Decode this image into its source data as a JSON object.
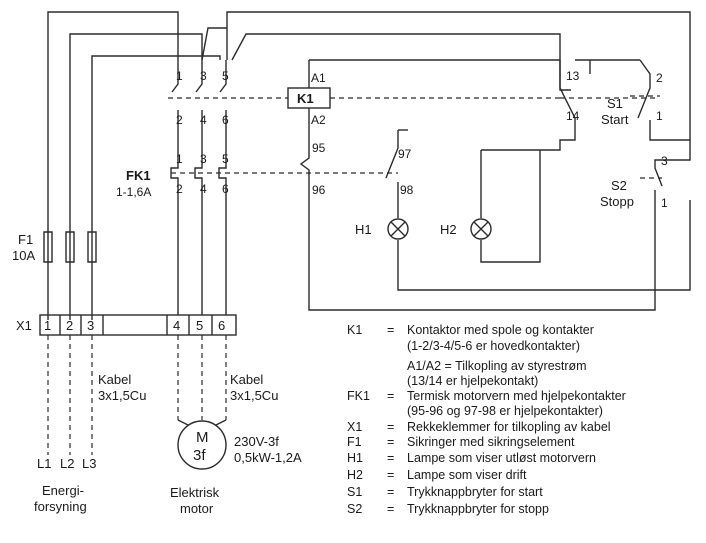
{
  "terminals": {
    "q_top": [
      "1",
      "3",
      "5"
    ],
    "q_mid": [
      "2",
      "4",
      "6"
    ],
    "fk_top": [
      "1",
      "3",
      "5"
    ],
    "fk_bot": [
      "2",
      "4",
      "6"
    ],
    "x1": [
      "1",
      "2",
      "3",
      "4",
      "5",
      "6"
    ],
    "k1_a1": "A1",
    "k1_a2": "A2",
    "fk_95": "95",
    "fk_96": "96",
    "fk_97": "97",
    "fk_98": "98",
    "s1_13": "13",
    "s1_14": "14",
    "s1_2": "2",
    "s1_1": "1",
    "s2_3": "3",
    "s2_1": "1"
  },
  "labels": {
    "k1": "K1",
    "fk1": "FK1",
    "fk1_range": "1-1,6A",
    "f1": "F1",
    "f1_rating": "10A",
    "x1": "X1",
    "s1": "S1",
    "s1_name": "Start",
    "s2": "S2",
    "s2_name": "Stopp",
    "h1": "H1",
    "h2": "H2",
    "l1": "L1",
    "l2": "L2",
    "l3": "L3",
    "cable_left_1": "Kabel",
    "cable_left_2": "3x1,5Cu",
    "cable_right_1": "Kabel",
    "cable_right_2": "3x1,5Cu",
    "motor_m": "M",
    "motor_3f": "3f",
    "motor_spec_1": "230V-3f",
    "motor_spec_2": "0,5kW-1,2A",
    "energy_1": "Energi-",
    "energy_2": "forsyning",
    "motor_1": "Elektrisk",
    "motor_2": "motor"
  },
  "legend": [
    {
      "code": "K1",
      "eq": "=",
      "lines": [
        "Kontaktor med spole og kontakter",
        "(1-2/3-4/5-6 er hovedkontakter)",
        "A1/A2 = Tilkopling av styrestrøm",
        "(13/14 er hjelpekontakt)"
      ]
    },
    {
      "code": "FK1",
      "eq": "=",
      "lines": [
        "Termisk motorvern med hjelpekontakter",
        "(95-96 og 97-98 er hjelpekontakter)"
      ]
    },
    {
      "code": "X1",
      "eq": "=",
      "lines": [
        "Rekkeklemmer for tilkopling av kabel"
      ]
    },
    {
      "code": "F1",
      "eq": "=",
      "lines": [
        "Sikringer med sikringselement"
      ]
    },
    {
      "code": "H1",
      "eq": "=",
      "lines": [
        "Lampe som viser utløst motorvern"
      ]
    },
    {
      "code": "H2",
      "eq": "=",
      "lines": [
        "Lampe som viser drift"
      ]
    },
    {
      "code": "S1",
      "eq": "=",
      "lines": [
        "Trykknappbryter for start"
      ]
    },
    {
      "code": "S2",
      "eq": "=",
      "lines": [
        "Trykknappbryter for stopp"
      ]
    }
  ]
}
